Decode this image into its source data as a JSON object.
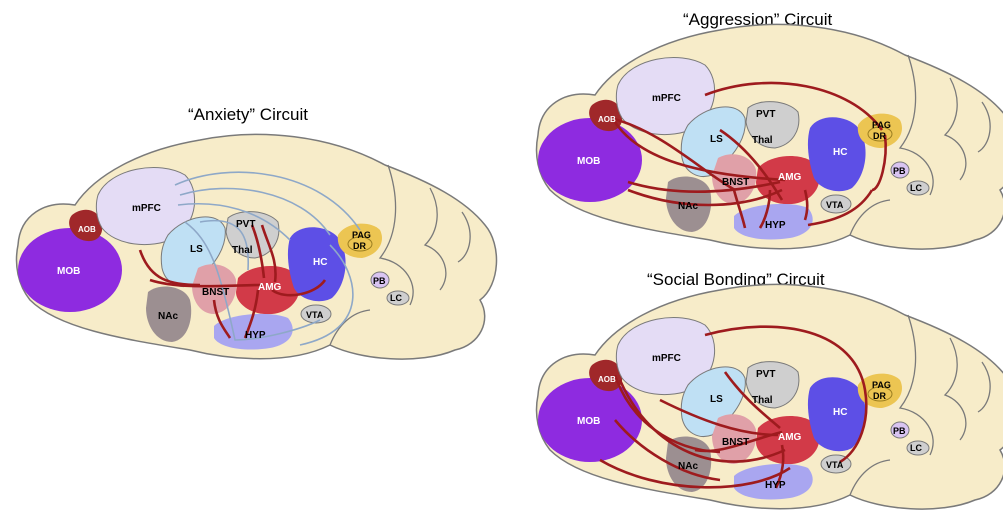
{
  "titles": {
    "anxiety": "“Anxiety” Circuit",
    "aggression": "“Aggression” Circuit",
    "social": "“Social Bonding” Circuit"
  },
  "regions": {
    "mob": "MOB",
    "aob": "AOB",
    "mpfc": "mPFC",
    "ls": "LS",
    "pvt": "PVT",
    "thal": "Thal",
    "nac": "NAc",
    "bnst": "BNST",
    "amg": "AMG",
    "hyp": "HYP",
    "hc": "HC",
    "vta": "VTA",
    "pag": "PAG",
    "dr": "DR",
    "pb": "PB",
    "lc": "LC"
  },
  "colors": {
    "brain_fill": "#f7ecc9",
    "outline": "#7a7a7a",
    "mob": "#8e2be0",
    "aob": "#a0282a",
    "mpfc": "#e4dcf5",
    "ls": "#bfe0f4",
    "thal": "#cfcfcf",
    "nac": "#9c8f91",
    "bnst": "#e0a0a8",
    "amg": "#d23a48",
    "hyp": "#a9a6f0",
    "hc": "#5d4fe6",
    "vta": "#cfcfcf",
    "pag": "#ecc552",
    "pb": "#d9c4f2",
    "lc": "#cfcfcf",
    "connection_red": "#9e1b1e",
    "connection_blue": "#8ea8c8"
  }
}
